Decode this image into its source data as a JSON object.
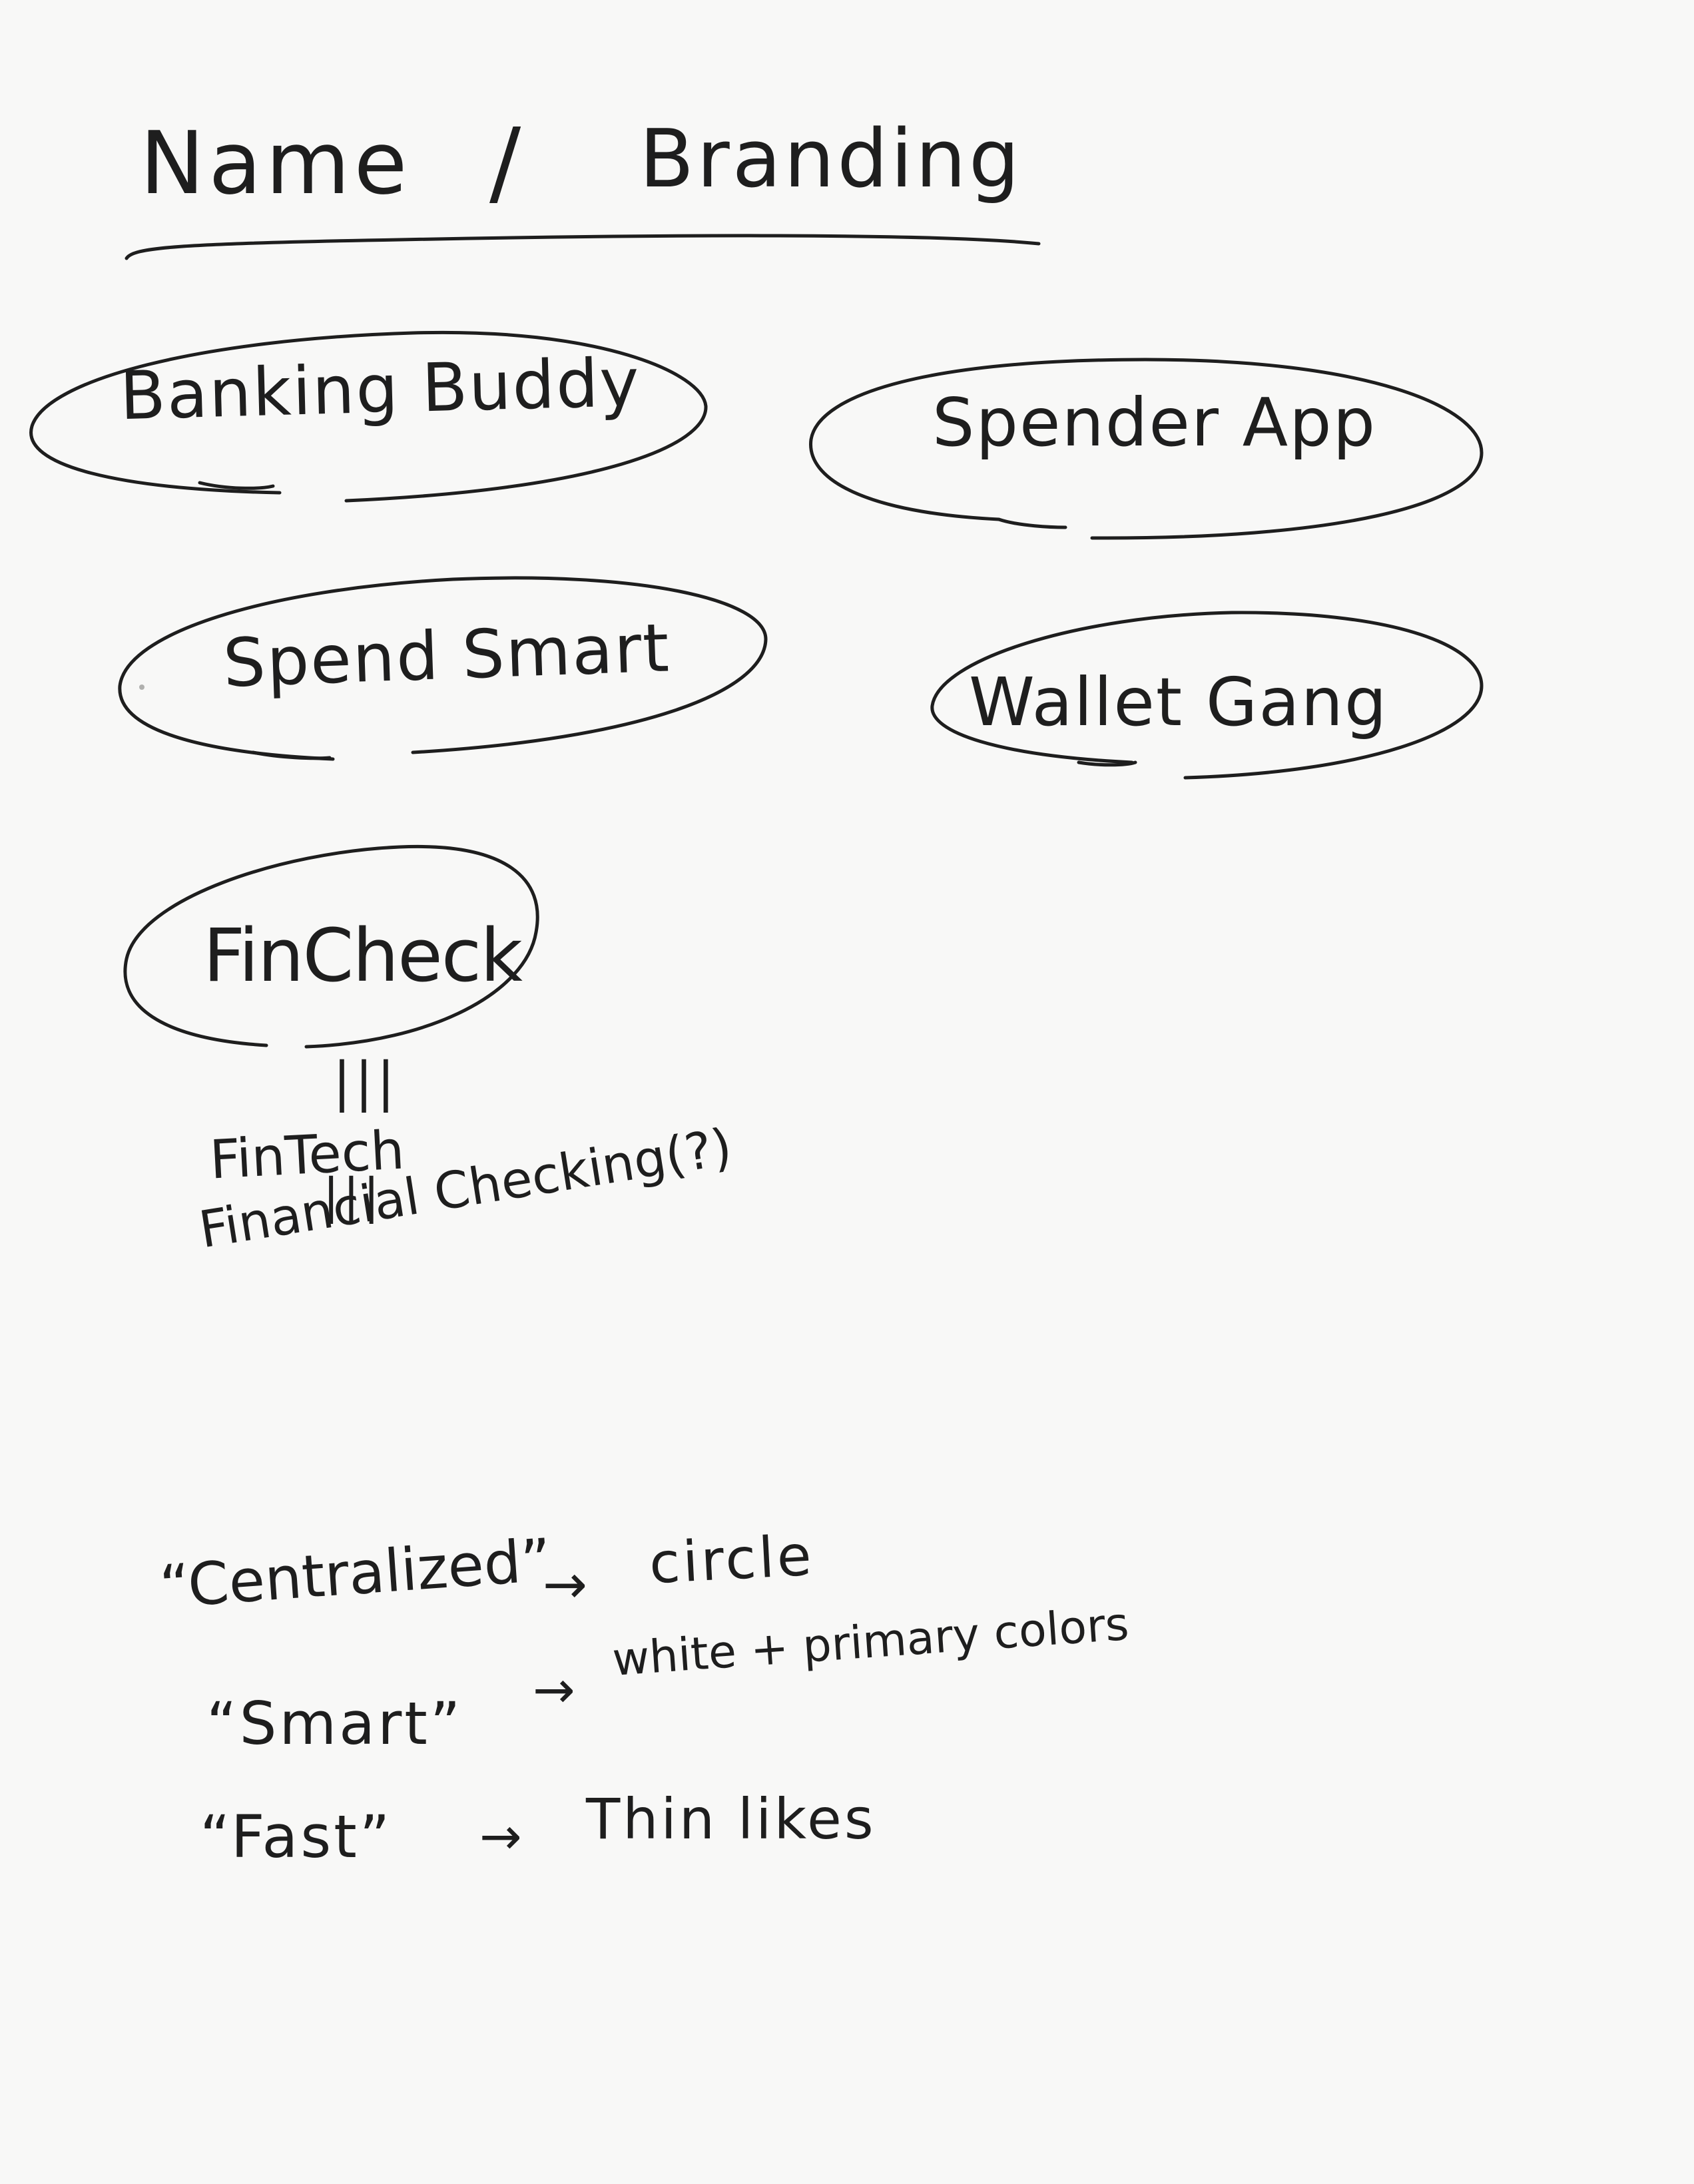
{
  "title": {
    "left": "Name",
    "divider": "/",
    "right": "Branding"
  },
  "name_options": [
    "Banking Buddy",
    "Spender App",
    "Spend Smart",
    "Wallet Gang",
    "FinCheck"
  ],
  "fincheck_chain": {
    "mark_1": "|||",
    "line_1": "FinTech",
    "mark_2": "|||",
    "line_2": "Financial Checking(?)"
  },
  "branding_notes": [
    {
      "word": "“Centralized”",
      "arrow": "→",
      "value": "circle"
    },
    {
      "word": "“Smart”",
      "arrow": "→",
      "value": "white + primary colors"
    },
    {
      "word": "“Fast”",
      "arrow": "→",
      "value": "Thin likes"
    }
  ],
  "colors": {
    "paper": "#f8f8f7",
    "ink": "#1e1e1e"
  }
}
